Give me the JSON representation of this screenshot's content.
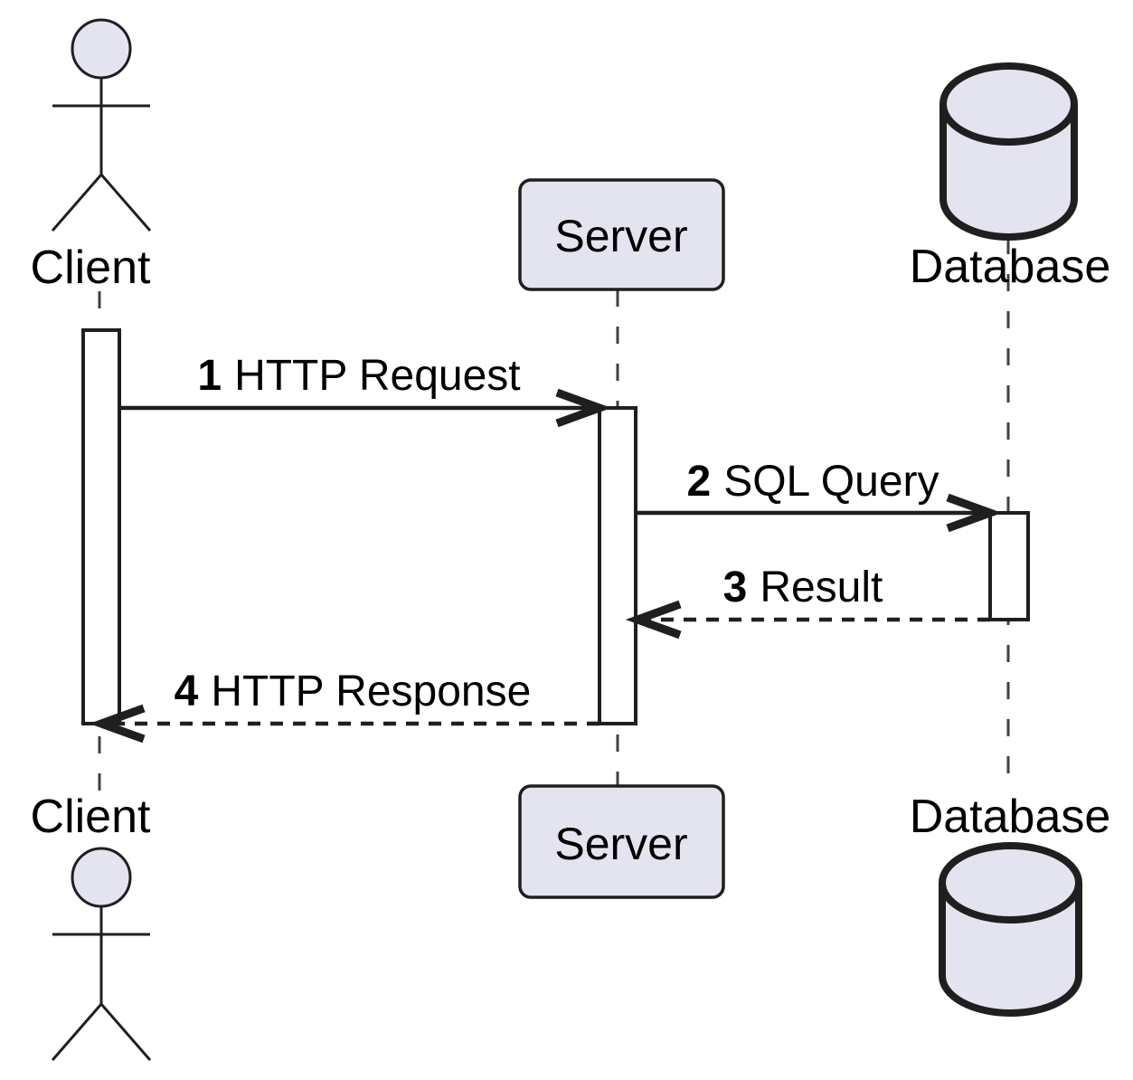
{
  "participants": [
    {
      "id": "client",
      "label": "Client",
      "kind": "actor"
    },
    {
      "id": "server",
      "label": "Server",
      "kind": "participant"
    },
    {
      "id": "database",
      "label": "Database",
      "kind": "database"
    }
  ],
  "messages": [
    {
      "seq": "1",
      "label": "HTTP Request",
      "from": "Client",
      "to": "Server",
      "line": "solid"
    },
    {
      "seq": "2",
      "label": "SQL Query",
      "from": "Server",
      "to": "Database",
      "line": "solid"
    },
    {
      "seq": "3",
      "label": "Result",
      "from": "Database",
      "to": "Server",
      "line": "dashed"
    },
    {
      "seq": "4",
      "label": "HTTP Response",
      "from": "Server",
      "to": "Client",
      "line": "dashed"
    }
  ],
  "colors": {
    "background": "#ffffff",
    "shape_fill": "#e4e4f1",
    "shape_stroke": "#1f1f1f",
    "bar_fill": "#ffffff",
    "lifeline": "#404040",
    "text": "#000000"
  }
}
